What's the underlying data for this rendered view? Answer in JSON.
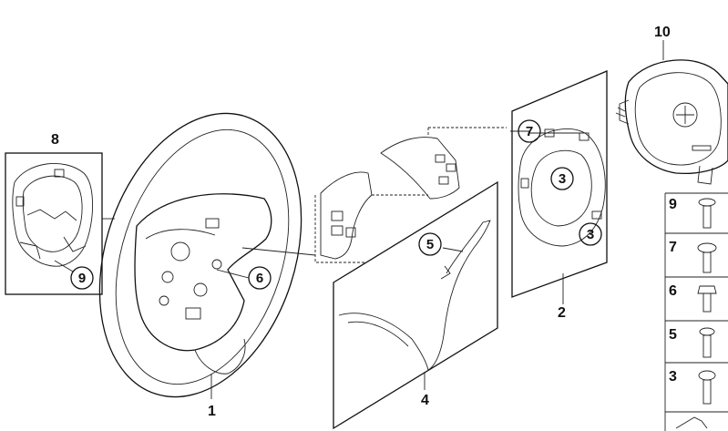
{
  "parts": [
    {
      "number": "1",
      "kind": "plain"
    },
    {
      "number": "2",
      "kind": "plain"
    },
    {
      "number": "3",
      "kind": "circled"
    },
    {
      "number": "3",
      "kind": "circled"
    },
    {
      "number": "4",
      "kind": "plain"
    },
    {
      "number": "5",
      "kind": "circled"
    },
    {
      "number": "6",
      "kind": "circled"
    },
    {
      "number": "7",
      "kind": "circled"
    },
    {
      "number": "8",
      "kind": "plain"
    },
    {
      "number": "9",
      "kind": "circled"
    },
    {
      "number": "10",
      "kind": "plain"
    }
  ],
  "screw_legend": [
    "9",
    "7",
    "6",
    "5",
    "3"
  ]
}
